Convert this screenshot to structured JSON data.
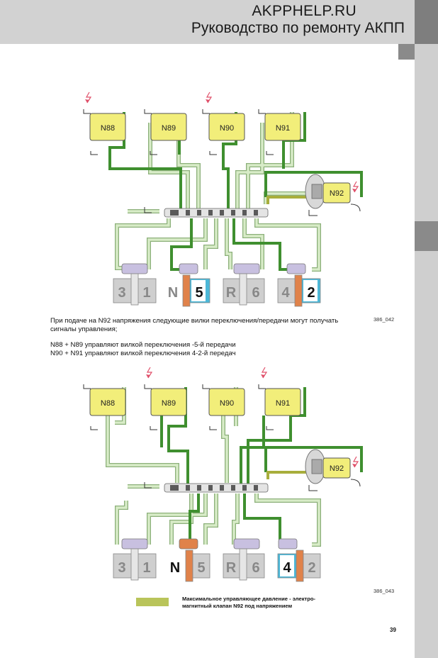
{
  "header": {
    "site": "AKPPHELP.RU",
    "subtitle": "Руководство по ремонту АКПП"
  },
  "diagram1": {
    "code": "386_042",
    "valves": [
      "N88",
      "N89",
      "N90",
      "N91"
    ],
    "pressure_valve": "N92",
    "gears": [
      "3",
      "1",
      "N",
      "5",
      "R",
      "6",
      "4",
      "2"
    ]
  },
  "text": {
    "para1": "При подаче на N92 напряжения следующие вилки переключения/передачи могут получать сигналы управления;",
    "para2": "N88 + N89 управляют вилкой переключения -5-й передачи",
    "para3": "N90 + N91 управляют вилкой переключения 4-2-й передач"
  },
  "diagram2": {
    "code": "386_043",
    "valves": [
      "N88",
      "N89",
      "N90",
      "N91"
    ],
    "pressure_valve": "N92",
    "gears": [
      "3",
      "1",
      "N",
      "5",
      "R",
      "6",
      "4",
      "2"
    ]
  },
  "legend": {
    "color": "#b9c45a",
    "text": "Максимальное управляющее давление - электро-магнитный клапан N92 под напряжением"
  },
  "page_number": "39",
  "colors": {
    "dark_green": "#3f8f2f",
    "light_green": "#c6e0b0",
    "olive": "#a8ae3c",
    "valve_yellow": "#f2ee7a",
    "blue_shift": "#4cb8d8",
    "orange_shift": "#e0824a"
  }
}
